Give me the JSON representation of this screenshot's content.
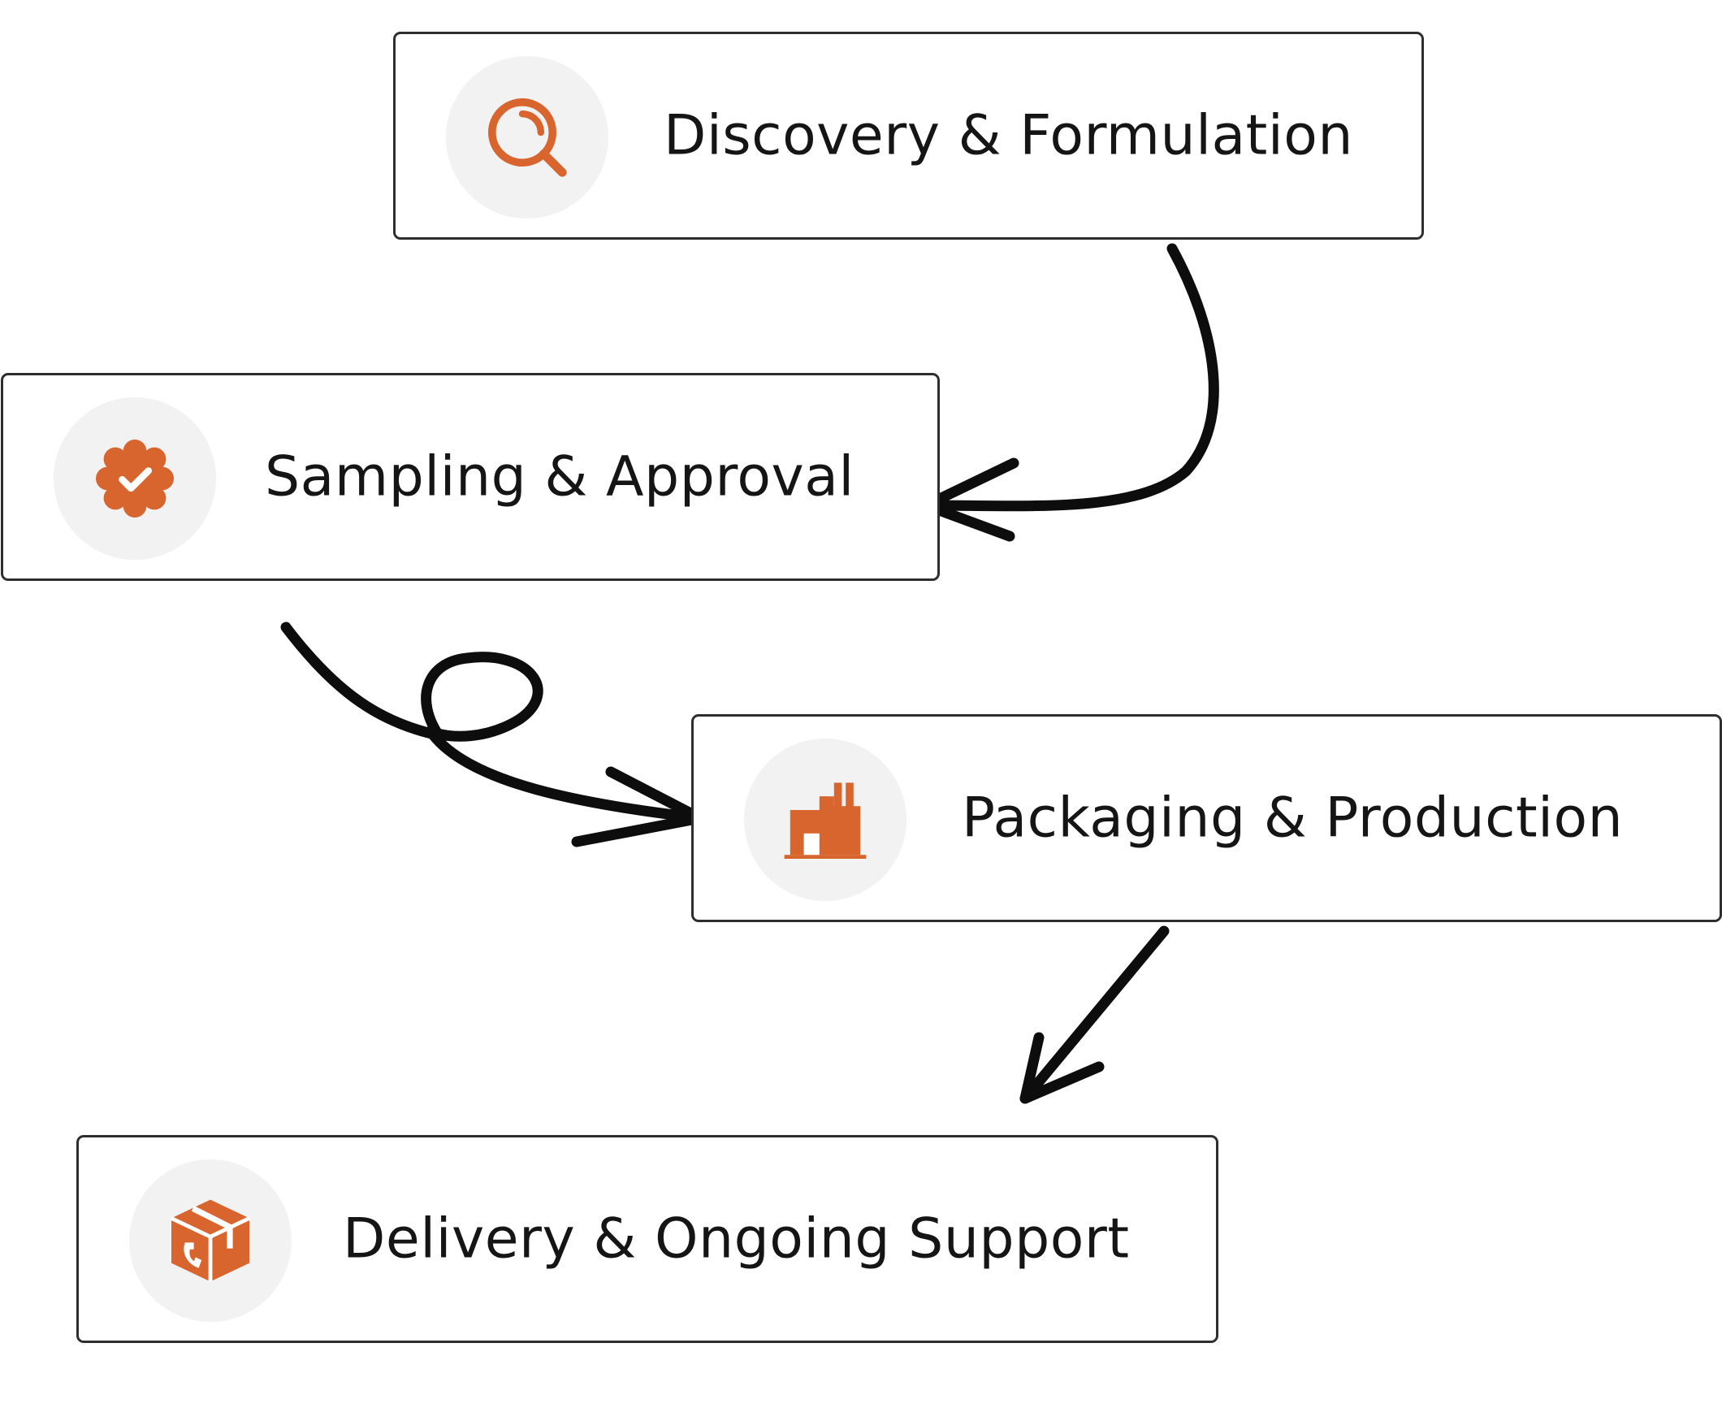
{
  "diagram": {
    "accent_color": "#d8652e",
    "icon_bg_color": "#f2f2f2",
    "steps": [
      {
        "label": "Discovery & Formulation",
        "icon": "magnifier-icon"
      },
      {
        "label": "Sampling & Approval",
        "icon": "verified-badge-icon"
      },
      {
        "label": "Packaging & Production",
        "icon": "factory-icon"
      },
      {
        "label": "Delivery & Ongoing Support",
        "icon": "box-support-icon"
      }
    ]
  }
}
